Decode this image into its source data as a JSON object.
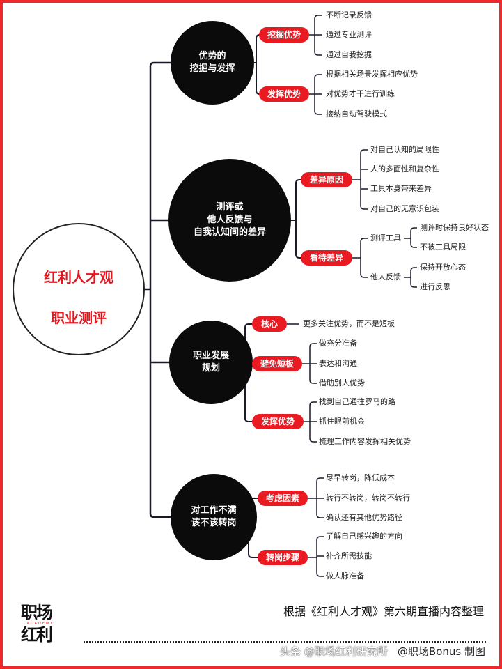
{
  "root": {
    "line1": "红利人才观",
    "line2": "职业测评"
  },
  "branches": [
    {
      "title": "优势的\n挖掘与发挥",
      "groups": [
        {
          "label": "挖掘优势",
          "items": [
            "不断记录反馈",
            "通过专业测评",
            "通过自我挖掘"
          ]
        },
        {
          "label": "发挥优势",
          "items": [
            "根据相关场景发挥相应优势",
            "对优势才干进行训练",
            "接纳自动驾驶模式"
          ]
        }
      ]
    },
    {
      "title": "测评或\n他人反馈与\n自我认知间的差异",
      "groups": [
        {
          "label": "差异原因",
          "items": [
            "对自己认知的局限性",
            "人的多面性和复杂性",
            "工具本身带来差异",
            "对自己的无意识包装"
          ]
        },
        {
          "label": "看待差异",
          "subgroups": [
            {
              "label": "测评工具",
              "items": [
                "测评时保持良好状态",
                "不被工具局限"
              ]
            },
            {
              "label": "他人反馈",
              "items": [
                "保持开放心态",
                "进行反思"
              ]
            }
          ]
        }
      ]
    },
    {
      "title": "职业发展\n规划",
      "groups": [
        {
          "label": "核心",
          "items": [
            "更多关注优势，而不是短板"
          ]
        },
        {
          "label": "避免短板",
          "items": [
            "做充分准备",
            "表达和沟通",
            "借助别人优势"
          ]
        },
        {
          "label": "发挥优势",
          "items": [
            "找到自己通往罗马的路",
            "抓住眼前机会",
            "梳理工作内容发挥相关优势"
          ]
        }
      ]
    },
    {
      "title": "对工作不满\n该不该转岗",
      "groups": [
        {
          "label": "考虑因素",
          "items": [
            "尽早转岗，降低成本",
            "转行不转岗，转岗不转行",
            "确认还有其他优势路径"
          ]
        },
        {
          "label": "转岗步骤",
          "items": [
            "了解自己感兴趣的方向",
            "补齐所需技能",
            "做人脉准备"
          ]
        }
      ]
    }
  ],
  "footer": {
    "logo": {
      "line1": "职场",
      "tag": "ACADEMY",
      "line2": "红利"
    },
    "source": "根据《红利人才观》第六期直播内容整理",
    "credit": "@职场Bonus 制图",
    "watermark": "头条 @职场红利研究所"
  },
  "colors": {
    "accent": "#ea1a22",
    "hub": "#0b0b0b",
    "border": "#f02a2a"
  }
}
